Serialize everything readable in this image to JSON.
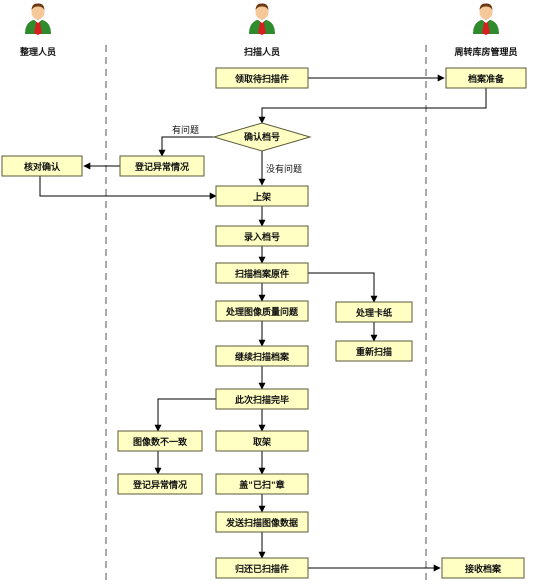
{
  "lanes": [
    {
      "id": "sorter",
      "title": "整理人员",
      "icon": "person-icon"
    },
    {
      "id": "scanner",
      "title": "扫描人员",
      "icon": "person-icon"
    },
    {
      "id": "archive_manager",
      "title": "周转库房管理员",
      "icon": "person-icon"
    }
  ],
  "nodes": {
    "receive_files": "领取待扫描件",
    "archive_prep": "档案准备",
    "confirm_number": "确认档号",
    "register_anomaly_1": "登记异常情况",
    "verify_confirm": "核对确认",
    "upload": "上架",
    "enter_number": "录入档号",
    "scan_originals": "扫描档案原件",
    "handle_image_quality": "处理图像质量问题",
    "handle_jam": "处理卡纸",
    "continue_scanning": "继续扫描档案",
    "rescan": "重新扫描",
    "scan_complete": "此次扫描完毕",
    "image_count_mismatch": "图像数不一致",
    "take_down": "取架",
    "register_anomaly_2": "登记异常情况",
    "stamp_scanned": "盖\"已扫\"章",
    "send_image_data": "发送扫描图像数据",
    "return_scanned": "归还已扫描件",
    "receive_archives": "接收档案"
  },
  "edge_labels": {
    "has_problem": "有问题",
    "no_problem": "没有问题"
  },
  "colors": {
    "node_fill": "#ffffc4",
    "node_border": "#5a5a3a",
    "shirt": "#2e8b2e",
    "tie": "#d42020",
    "skin": "#f5c89a",
    "hair": "#6b3a12"
  }
}
